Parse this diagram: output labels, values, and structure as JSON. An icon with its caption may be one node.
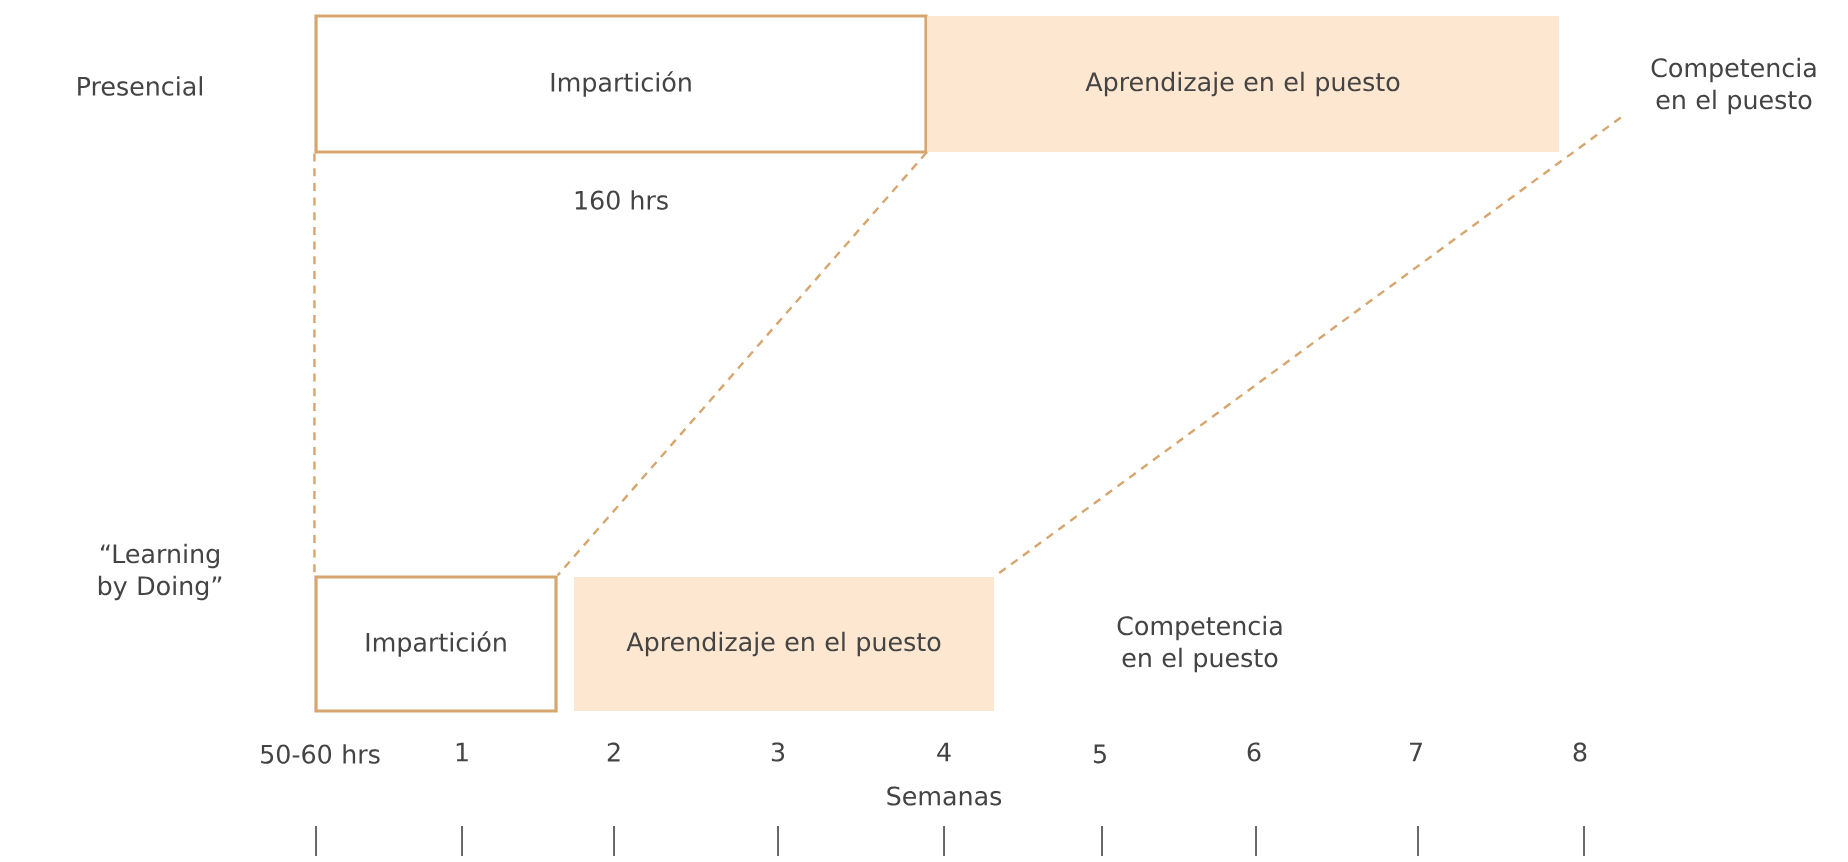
{
  "diagram": {
    "nodes": [
      {
        "text": [
          "Impartición"
        ],
        "beside": [
          "160 hrs"
        ]
      },
      {
        "text": [
          "Aprendizaje en el puesto"
        ]
      },
      {
        "text": [
          "Competencia en el puesto"
        ]
      },
      {
        "text": [
          "Impartición"
        ]
      },
      {
        "text": [
          "Aprendizaje en el puesto"
        ]
      }
    ],
    "edges": [
      {
        "from": 0,
        "to": 3,
        "arrow": "none",
        "style": "dashed"
      },
      {
        "from": 1,
        "to": 3,
        "arrow": "none",
        "style": "dashed"
      },
      {
        "from": 2,
        "to": 4,
        "arrow": "none",
        "style": "dashed"
      }
    ],
    "labels": [
      "Presencial",
      "“Learning by Doing”",
      "Competencia en el puesto",
      "50-60 hrs",
      "1",
      "2",
      "3",
      "4",
      "5",
      "6",
      "7",
      "8",
      "Semanas"
    ]
  }
}
